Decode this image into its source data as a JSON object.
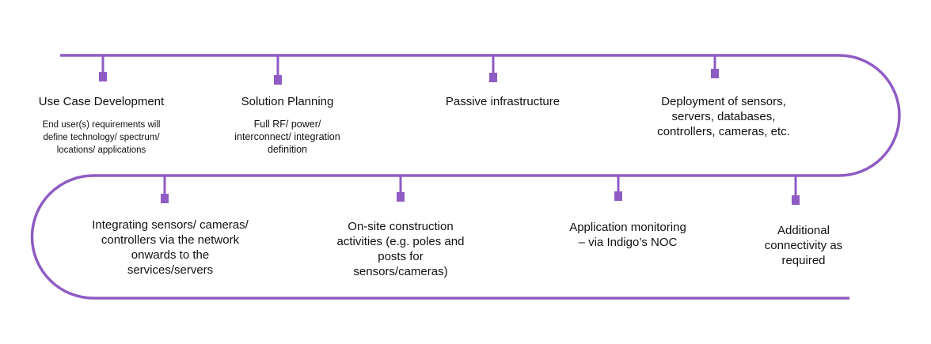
{
  "colors": {
    "accent": "#8f5bc4"
  },
  "top_row": [
    {
      "title": "Use Case Development",
      "description": "End user(s) requirements will define technology/ spectrum/ locations/ applications"
    },
    {
      "title": "Solution Planning",
      "description": "Full RF/ power/ interconnect/ integration definition"
    },
    {
      "title": "Passive infrastructure",
      "description": ""
    },
    {
      "title": "Deployment of sensors, servers, databases, controllers, cameras, etc.",
      "description": ""
    }
  ],
  "bottom_row": [
    {
      "title": "Integrating sensors/ cameras/ controllers via the network onwards to the services/servers"
    },
    {
      "title": "On-site construction activities (e.g. poles and posts for sensors/cameras)"
    },
    {
      "title": "Application monitoring – via Indigo’s NOC"
    },
    {
      "title": "Additional connectivity as required"
    }
  ]
}
